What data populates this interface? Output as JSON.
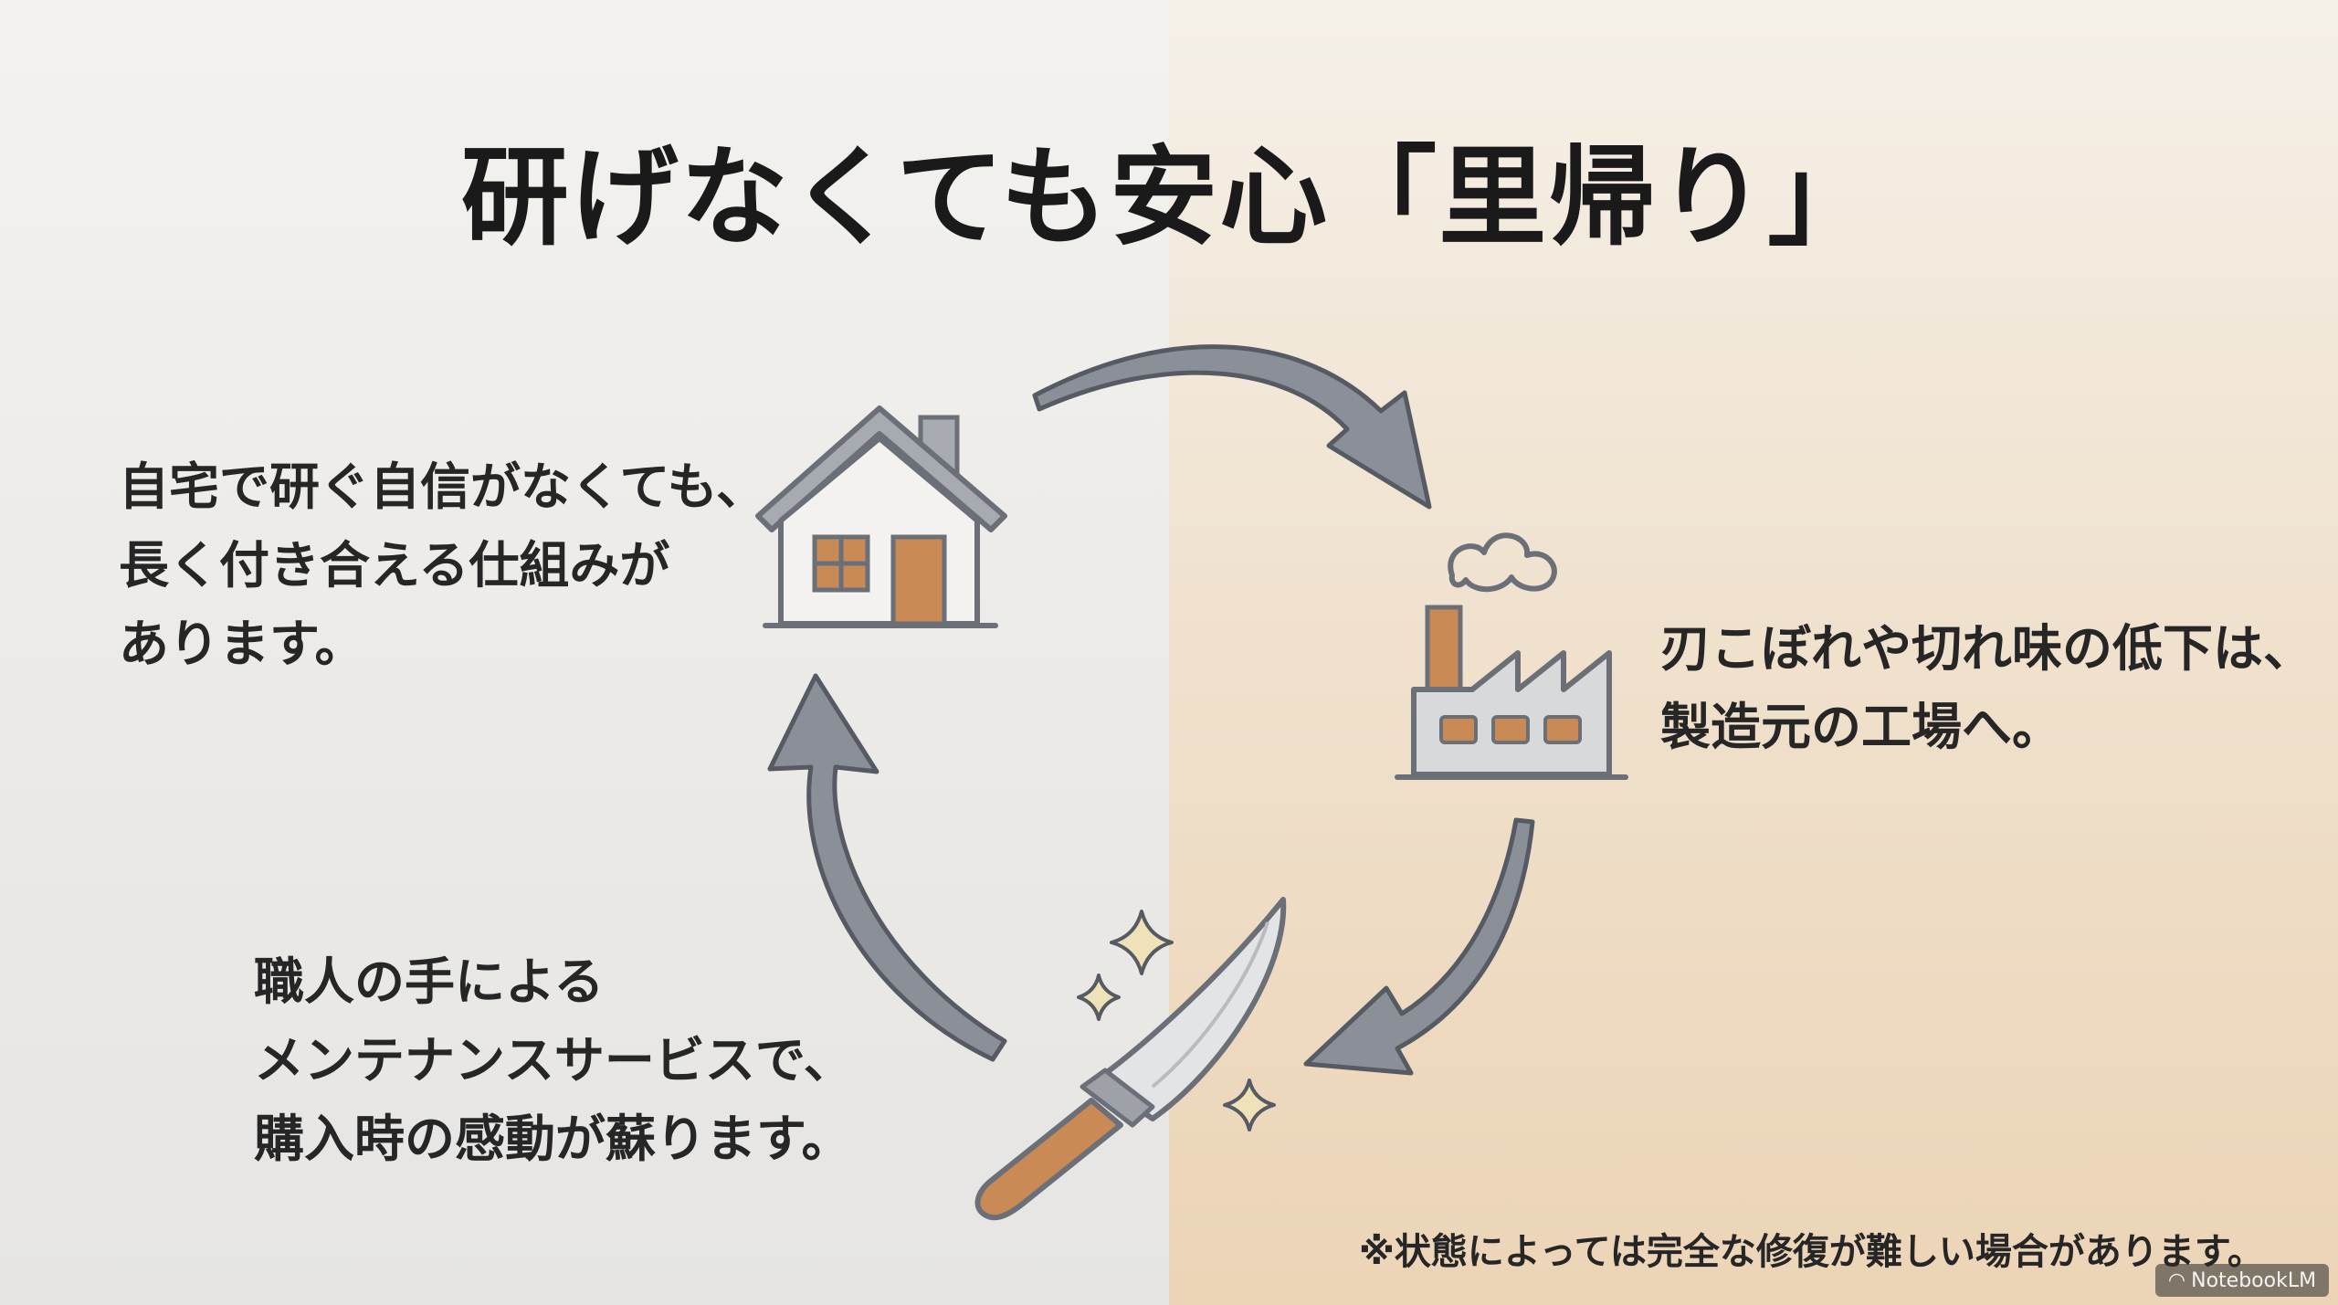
{
  "title": "研げなくても安心「里帰り」",
  "cycle": {
    "home": {
      "icon": "house-icon",
      "lines": [
        "自宅で研ぐ自信がなくても、",
        "長く付き合える仕組みが",
        "あります。"
      ]
    },
    "factory": {
      "icon": "factory-icon",
      "lines": [
        "刃こぼれや切れ味の低下は、",
        "製造元の工場へ。"
      ]
    },
    "craft": {
      "icon": "kitchen-knife-icon",
      "lines": [
        "職人の手による",
        "メンテナンスサービスで、",
        "購入時の感動が蘇ります。"
      ]
    }
  },
  "note": "※状態によっては完全な修復が難しい場合があります。",
  "watermark": "NotebookLM",
  "colors": {
    "arrow": "#8a8f98",
    "arrow_outline": "#555a63",
    "icon_line": "#6b6f77",
    "accent_wood": "#c98a56",
    "text": "#262626"
  }
}
